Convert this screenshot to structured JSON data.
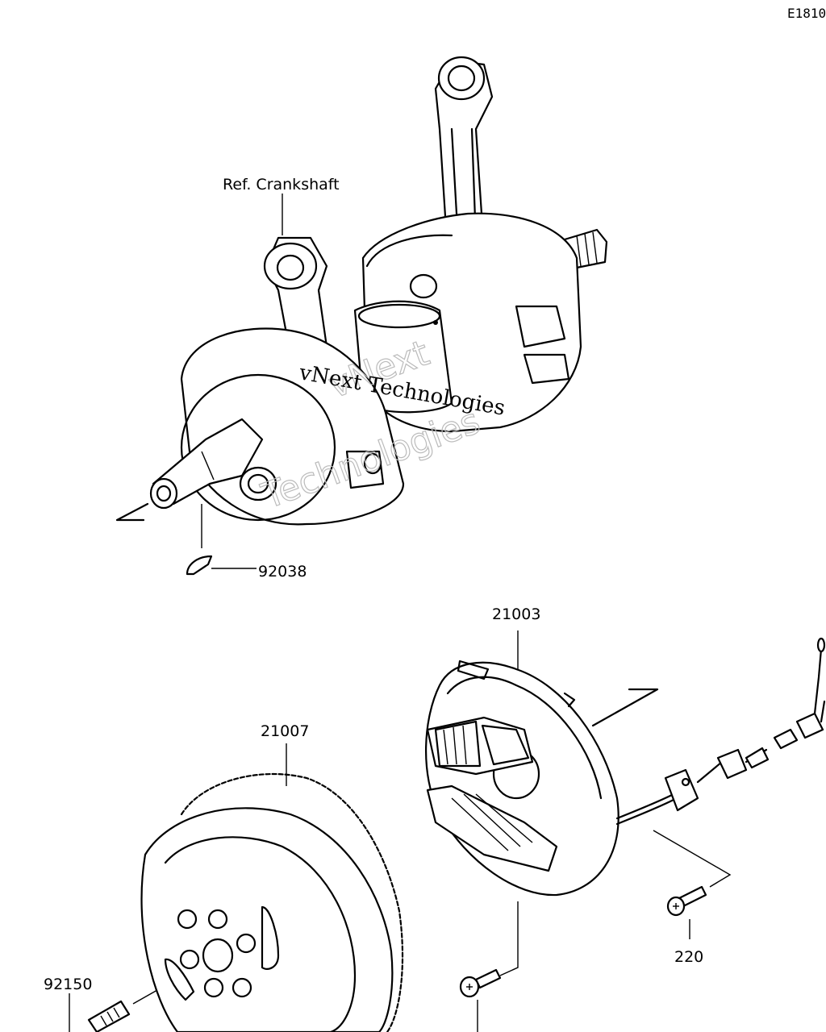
{
  "diagram_code": "E1810",
  "labels": {
    "ref_crankshaft": "Ref. Crankshaft",
    "part_92038": "92038",
    "part_21003": "21003",
    "part_21007": "21007",
    "part_92150": "92150",
    "part_220": "220"
  },
  "watermark": {
    "line1": "vNext Technologies",
    "line2": "vNext",
    "line3": "Technologies"
  }
}
